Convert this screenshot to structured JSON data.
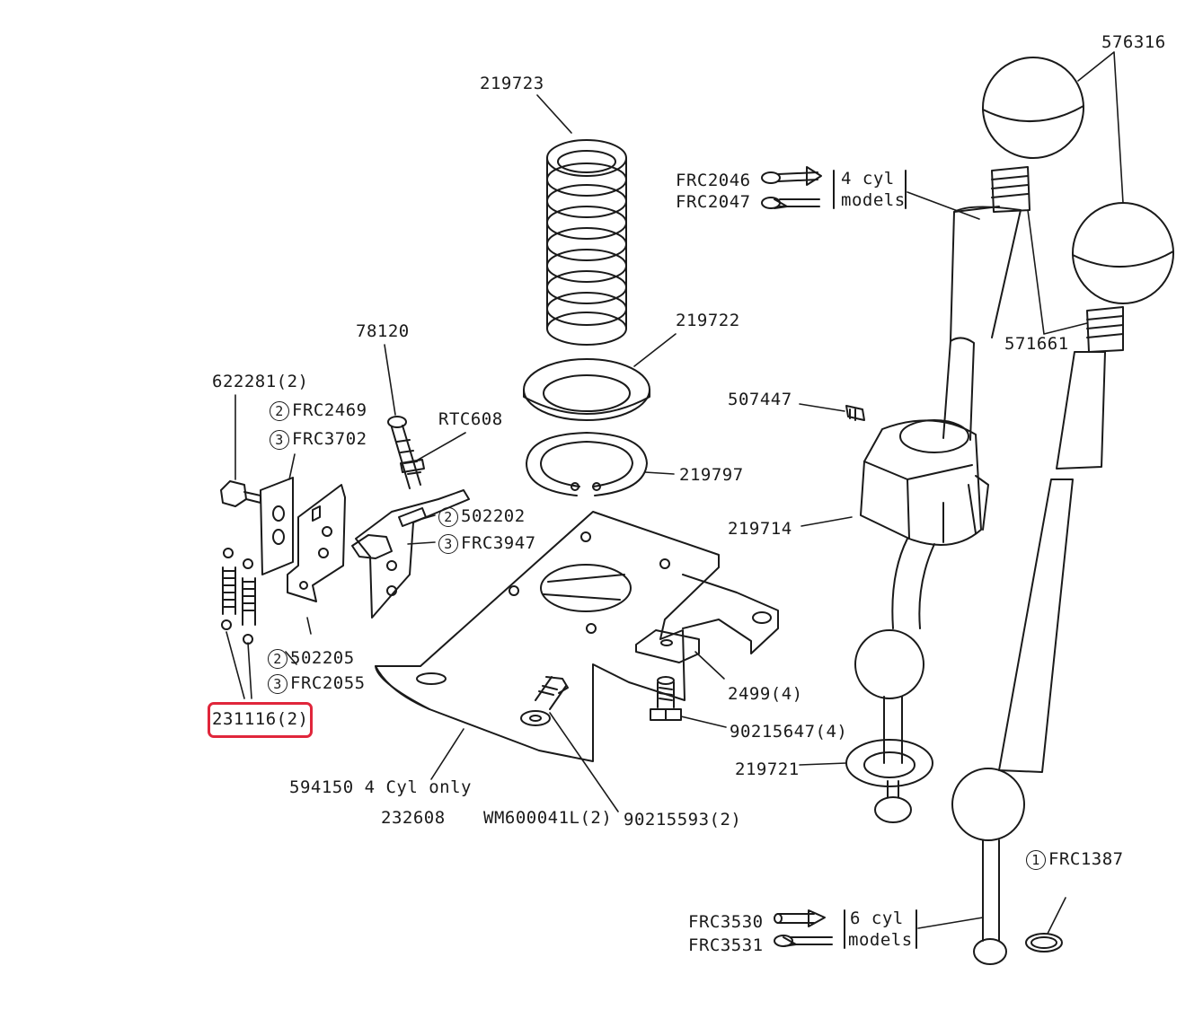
{
  "labels": {
    "p576316": "576316",
    "p219723": "219723",
    "pFRC2046": "FRC2046",
    "pFRC2047": "FRC2047",
    "cyl4": "4 cyl",
    "models4": "models",
    "p219722": "219722",
    "p571661": "571661",
    "p78120": "78120",
    "p622281": "622281(2)",
    "pFRC2469": "FRC2469",
    "pFRC3702": "FRC3702",
    "pRTC608": "RTC608",
    "p507447": "507447",
    "p219797": "219797",
    "p502202": "502202",
    "pFRC3947": "FRC3947",
    "p219714": "219714",
    "p502205": "502205",
    "pFRC2055": "FRC2055",
    "p2499": "2499(4)",
    "p231116": "231116(2)",
    "p90215647": "90215647(4)",
    "p219721": "219721",
    "p594150": "594150 4 Cyl only",
    "p232608": "232608",
    "pWM600041L": "WM600041L(2)",
    "p90215593": "90215593(2)",
    "pFRC1387": "FRC1387",
    "pFRC3530": "FRC3530",
    "pFRC3531": "FRC3531",
    "cyl6": "6 cyl",
    "models6": "models"
  },
  "callouts": {
    "c1": "1",
    "c2a": "2",
    "c3a": "3",
    "c2b": "2",
    "c3b": "3",
    "c2c": "2",
    "c3c": "3"
  },
  "highlight_color": "#e0263b"
}
